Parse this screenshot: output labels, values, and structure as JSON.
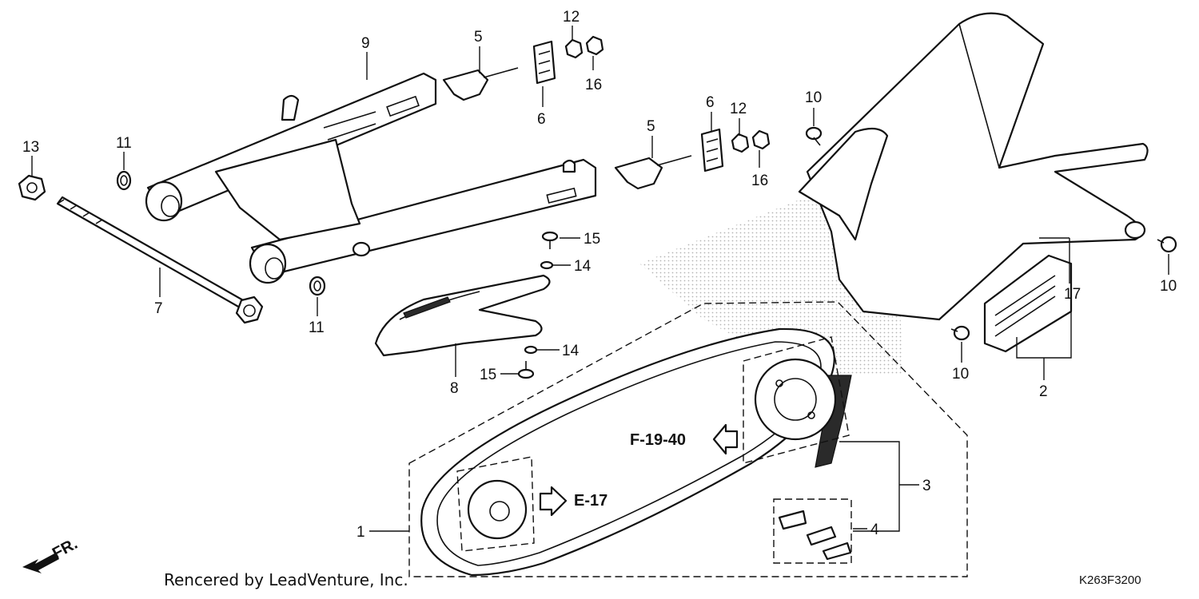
{
  "callouts": {
    "p1": "1",
    "p2": "2",
    "p3": "3",
    "p4": "4",
    "p5a": "5",
    "p5b": "5",
    "p6a": "6",
    "p6b": "6",
    "p7": "7",
    "p8": "8",
    "p9": "9",
    "p10a": "10",
    "p10b": "10",
    "p10c": "10",
    "p11a": "11",
    "p11b": "11",
    "p12a": "12",
    "p12b": "12",
    "p13": "13",
    "p14a": "14",
    "p14b": "14",
    "p15a": "15",
    "p15b": "15",
    "p16a": "16",
    "p16b": "16",
    "p17": "17"
  },
  "references": {
    "chain_ref": "F-19-40",
    "sprocket_ref": "E-17"
  },
  "direction_label": "FR.",
  "credit": "Rencered by LeadVenture, Inc.",
  "diagram_code": "K263F3200"
}
